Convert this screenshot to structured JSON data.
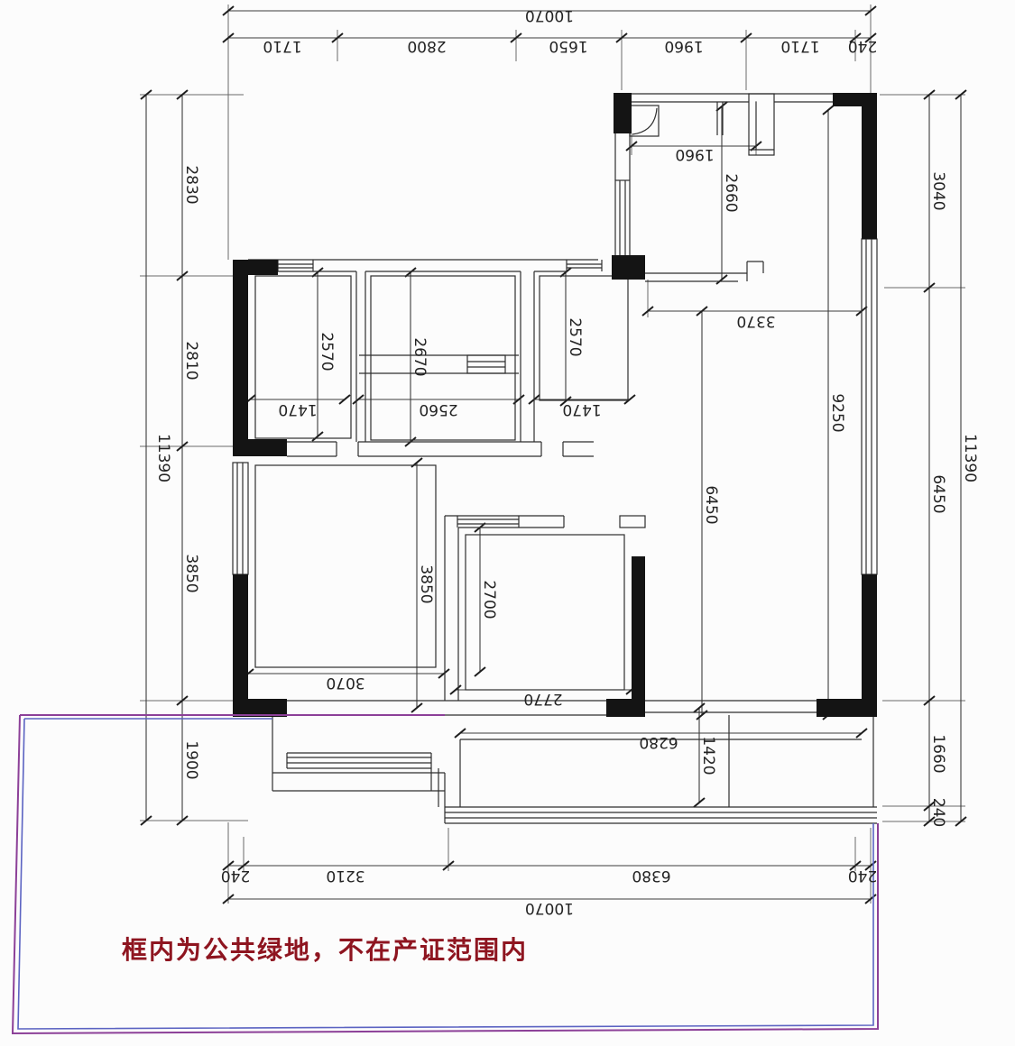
{
  "colors": {
    "wall": "#141414",
    "line": "#3c3c3c",
    "dim_text": "#232323",
    "frame_outer": "#8c4098",
    "frame_inner": "#5b63c2",
    "note_red": "#8e1520"
  },
  "note": {
    "text": "框内为公共绿地，不在产证范围内"
  },
  "dims": {
    "top": {
      "total": "10070",
      "segments": [
        "1710",
        "2800",
        "1650",
        "1960",
        "1710",
        "240"
      ]
    },
    "bottom": {
      "total": "10070",
      "segments": [
        "240",
        "3210",
        "6380",
        "240"
      ]
    },
    "left": {
      "total": "11390",
      "segments": [
        "2830",
        "2810",
        "3850",
        "1900"
      ]
    },
    "right": {
      "total": "11390",
      "segments": [
        "3040",
        "6450",
        "1660",
        "240"
      ]
    },
    "interior": {
      "kitchen_width": "1960",
      "kitchen_depth": "2660",
      "hall_width": "3370",
      "right_depth": "9250",
      "living_depth": "6450",
      "bed1_depth": "2570",
      "bed2_depth": "2670",
      "bed3_depth": "2570",
      "bed1_width": "1470",
      "bed2_width": "2560",
      "bed3_width": "1470",
      "study_depth": "3850",
      "bed4_depth": "2700",
      "study_width": "3070",
      "bed4_width": "2770",
      "balcony_width": "6280",
      "balcony_depth": "1420"
    }
  }
}
